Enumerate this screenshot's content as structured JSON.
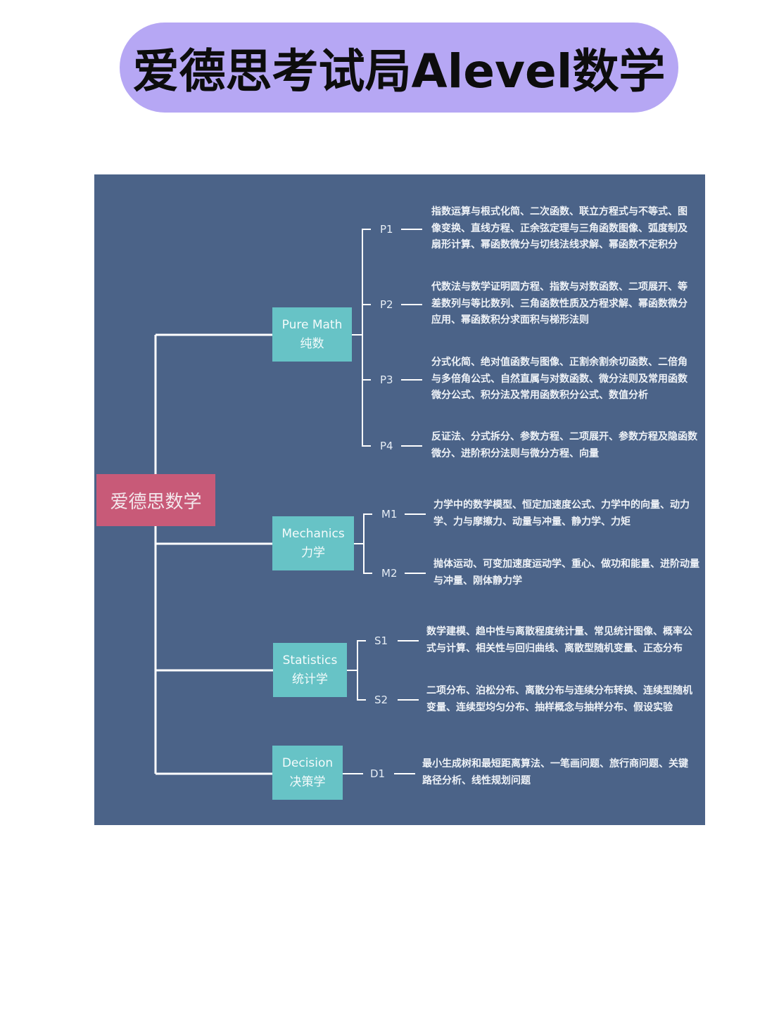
{
  "title": "爱德思考试局Alevel数学",
  "mindmap": {
    "root": "爱德思数学",
    "branches": [
      {
        "name_en": "Pure Math",
        "name_cn": "纯数",
        "units": [
          {
            "code": "P1",
            "lines": [
              "指数运算与根式化简、二次函数、联立方程式与不等式、图",
              "像变换、直线方程、正余弦定理与三角函数图像、弧度制及",
              "扇形计算、幂函数微分与切线法线求解、幂函数不定积分"
            ]
          },
          {
            "code": "P2",
            "lines": [
              "代数法与数学证明圆方程、指数与对数函数、二项展开、等",
              "差数列与等比数列、三角函数性质及方程求解、幂函数微分",
              "应用、幂函数积分求面积与梯形法则"
            ]
          },
          {
            "code": "P3",
            "lines": [
              "分式化简、绝对值函数与图像、正割余割余切函数、二倍角",
              "与多倍角公式、自然直属与对数函数、微分法则及常用函数",
              "微分公式、积分法及常用函数积分公式、数值分析"
            ]
          },
          {
            "code": "P4",
            "lines": [
              "反证法、分式拆分、参数方程、二项展开、参数方程及隐函数",
              "微分、进阶积分法则与微分方程、向量"
            ]
          }
        ]
      },
      {
        "name_en": "Mechanics",
        "name_cn": "力学",
        "units": [
          {
            "code": "M1",
            "lines": [
              "力学中的数学模型、恒定加速度公式、力学中的向量、动力",
              "学、力与摩擦力、动量与冲量、静力学、力矩"
            ]
          },
          {
            "code": "M2",
            "lines": [
              "抛体运动、可变加速度运动学、重心、做功和能量、进阶动量",
              "与冲量、刚体静力学"
            ]
          }
        ]
      },
      {
        "name_en": "Statistics",
        "name_cn": "统计学",
        "units": [
          {
            "code": "S1",
            "lines": [
              "数学建模、趋中性与离散程度统计量、常见统计图像、概率公",
              "式与计算、相关性与回归曲线、离散型随机变量、正态分布"
            ]
          },
          {
            "code": "S2",
            "lines": [
              "二项分布、泊松分布、离散分布与连续分布转换、连续型随机",
              "变量、连续型均匀分布、抽样概念与抽样分布、假设实验"
            ]
          }
        ]
      },
      {
        "name_en": "Decision",
        "name_cn": "决策学",
        "units": [
          {
            "code": "D1",
            "lines": [
              "最小生成树和最短距离算法、一笔画问题、旅行商问题、关键",
              "路径分析、线性规划问题"
            ]
          }
        ]
      }
    ]
  },
  "colors": {
    "title_pill": "#b6a7f4",
    "panel": "#4b6388",
    "root": "#c85a78",
    "branch": "#67c3c6",
    "connector": "#ffffff"
  }
}
